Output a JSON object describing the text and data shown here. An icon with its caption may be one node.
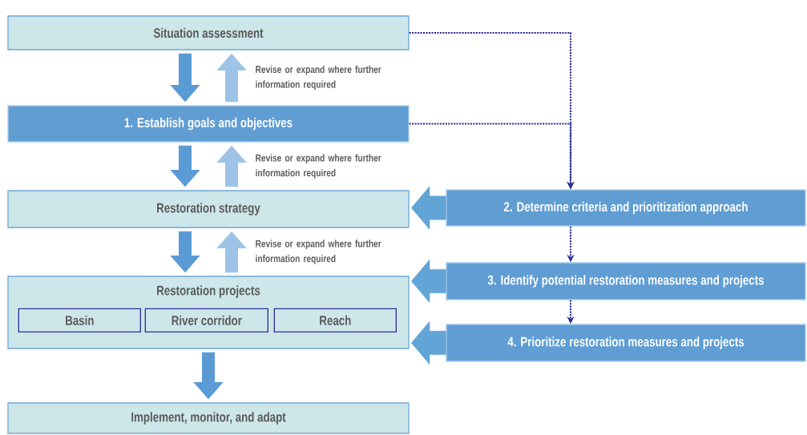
{
  "diagram": {
    "nodes": [
      {
        "text": [
          "Situation assessment"
        ]
      },
      {
        "text": [
          "1. Establish goals and objectives"
        ]
      },
      {
        "text": [
          "Restoration strategy"
        ]
      },
      {
        "text": [
          "Restoration projects"
        ]
      },
      {
        "text": [
          "Basin"
        ],
        "in": 3
      },
      {
        "text": [
          "River corridor"
        ],
        "in": 3
      },
      {
        "text": [
          "Reach"
        ],
        "in": 3
      },
      {
        "text": [
          "Implement, monitor, and adapt"
        ]
      },
      {
        "text": [
          "2. Determine criteria and prioritization approach"
        ]
      },
      {
        "text": [
          "3. Identify potential restoration measures and projects"
        ]
      },
      {
        "text": [
          "4. Prioritize restoration measures and projects"
        ]
      }
    ],
    "edges": [
      {
        "from": 0,
        "to": 1,
        "arrow": "to",
        "style": "thick"
      },
      {
        "from": 1,
        "to": 0,
        "arrow": "to",
        "style": "thick",
        "color": "#9dc3e6",
        "label": "Revise or expand where further information required"
      },
      {
        "from": 1,
        "to": 2,
        "arrow": "to",
        "style": "thick"
      },
      {
        "from": 2,
        "to": 1,
        "arrow": "to",
        "style": "thick",
        "color": "#9dc3e6",
        "label": "Revise or expand where further information required"
      },
      {
        "from": 2,
        "to": 3,
        "arrow": "to",
        "style": "thick"
      },
      {
        "from": 3,
        "to": 2,
        "arrow": "to",
        "style": "thick",
        "color": "#9dc3e6",
        "label": "Revise or expand where further information required"
      },
      {
        "from": 3,
        "to": 7,
        "arrow": "to",
        "style": "thick"
      },
      {
        "from": 0,
        "to": 8,
        "arrow": "to",
        "style": "dashed",
        "color": "#2e3192"
      },
      {
        "from": 1,
        "to": 8,
        "arrow": "to",
        "style": "dashed",
        "color": "#2e3192"
      },
      {
        "from": 8,
        "to": 9,
        "arrow": "to",
        "style": "dashed",
        "color": "#2e3192"
      },
      {
        "from": 9,
        "to": 10,
        "arrow": "to",
        "style": "dashed",
        "color": "#2e3192"
      },
      {
        "from": 8,
        "to": 2,
        "arrow": "to",
        "style": "thick",
        "color": "#2f86c8"
      },
      {
        "from": 9,
        "to": 3,
        "arrow": "to",
        "style": "thick",
        "color": "#2f86c8"
      },
      {
        "from": 10,
        "to": 3,
        "arrow": "to",
        "style": "thick",
        "color": "#2f86c8"
      }
    ]
  }
}
